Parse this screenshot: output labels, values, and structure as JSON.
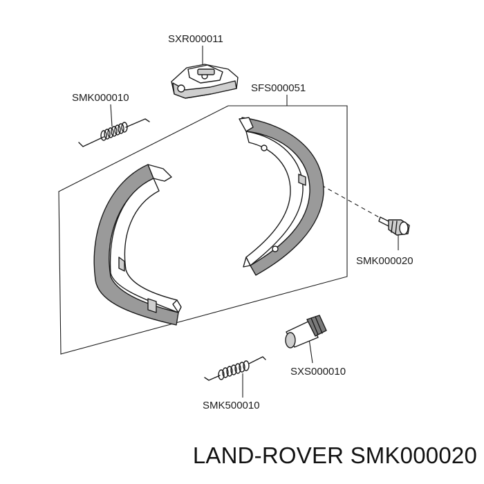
{
  "labels": {
    "adjuster": "SXR000011",
    "spring_upper": "SMK000010",
    "shoe_set": "SFS000051",
    "retaining_pin": "SMK000020",
    "expander": "SXS000010",
    "spring_lower": "SMK500010"
  },
  "caption": "LAND-ROVER SMK000020",
  "colors": {
    "line": "#1a1a1a",
    "lining": "#9a9a9a",
    "background": "#ffffff"
  }
}
